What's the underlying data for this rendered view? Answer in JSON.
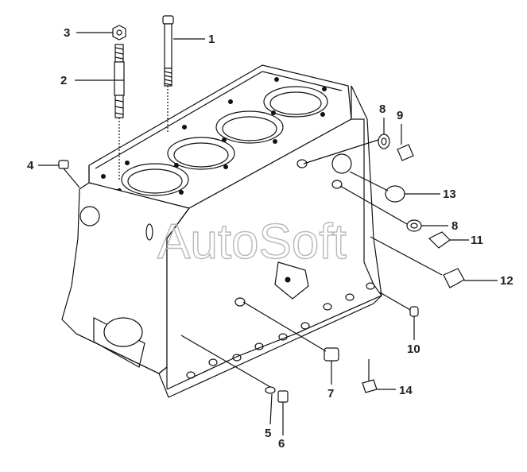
{
  "watermark": "AutoSoft",
  "callouts": {
    "c1": "1",
    "c2": "2",
    "c3": "3",
    "c4": "4",
    "c5": "5",
    "c6": "6",
    "c7": "7",
    "c8a": "8",
    "c8b": "8",
    "c9": "9",
    "c10": "10",
    "c11": "11",
    "c12": "12",
    "c13": "13",
    "c14": "14"
  }
}
